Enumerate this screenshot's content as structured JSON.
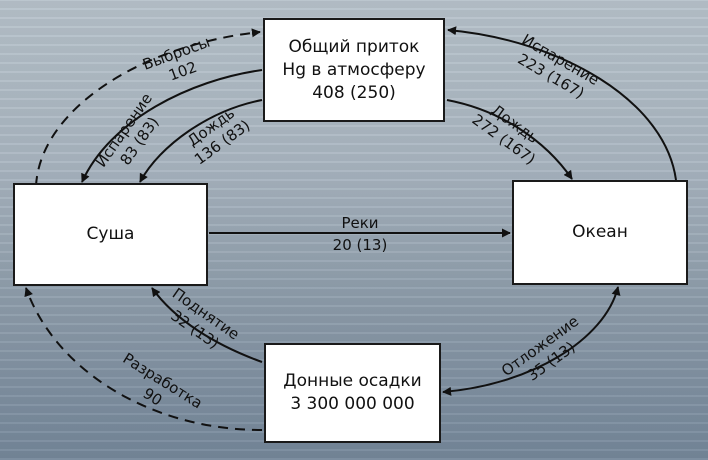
{
  "nodes": {
    "atmosphere": {
      "line1": "Общий приток",
      "line2": "Hg в атмосферу",
      "line3": "408 (250)"
    },
    "land": {
      "label": "Суша"
    },
    "ocean": {
      "label": "Океан"
    },
    "sediments": {
      "line1": "Донные осадки",
      "line2": "3 300 000 000"
    }
  },
  "flows": {
    "emissions": {
      "name": "Выбросы",
      "value": "102"
    },
    "land_evaporation": {
      "name": "Испарение",
      "value": "83 (83)"
    },
    "land_rain": {
      "name": "Дождь",
      "value": "136 (83)"
    },
    "ocean_rain": {
      "name": "Дождь",
      "value": "272 (167)"
    },
    "ocean_evaporation": {
      "name": "Испарение",
      "value": "223 (167)"
    },
    "rivers": {
      "name": "Реки",
      "value": "20 (13)"
    },
    "uplift": {
      "name": "Поднятие",
      "value": "32 (13)"
    },
    "deposition": {
      "name": "Отложение",
      "value": "35 (13)"
    },
    "mining": {
      "name": "Разработка",
      "value": "90"
    }
  }
}
